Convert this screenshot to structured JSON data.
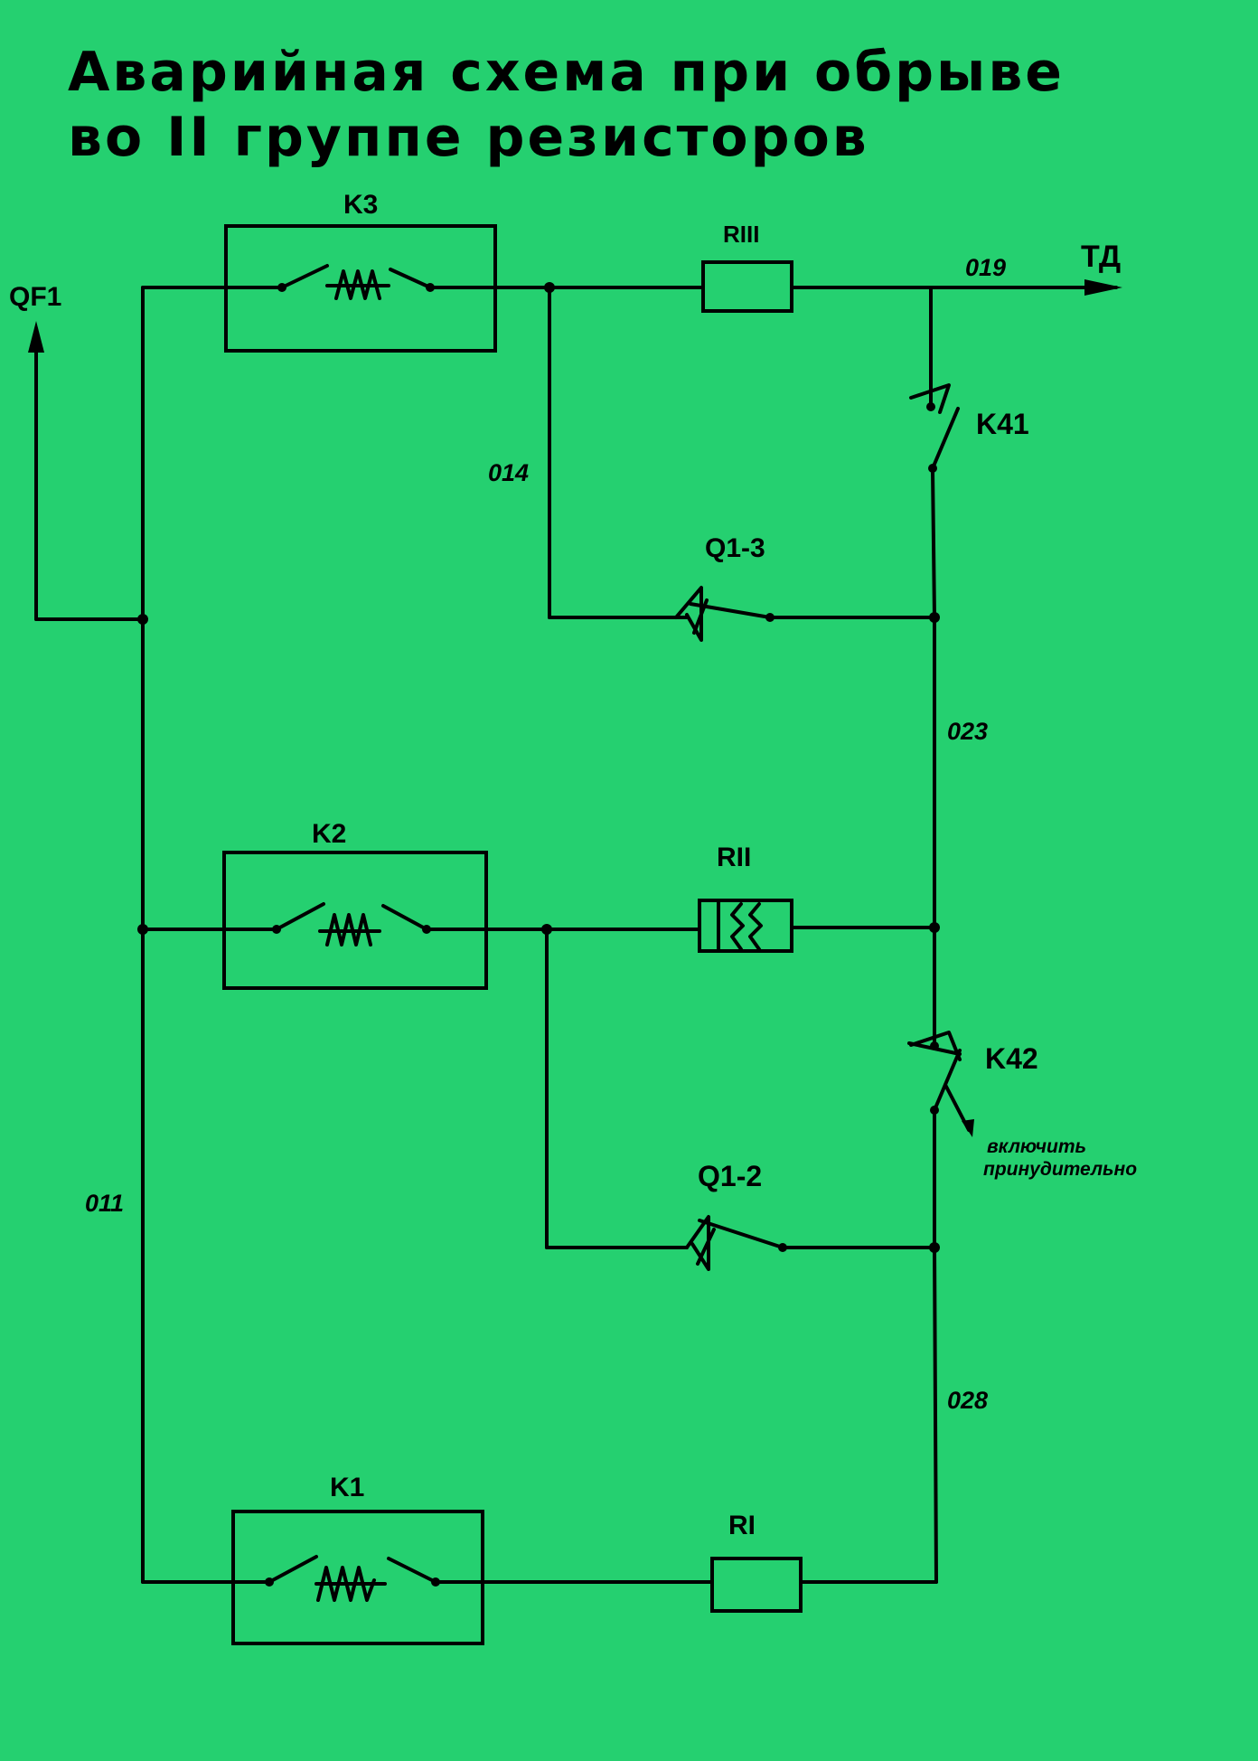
{
  "title": {
    "line1": "Аварийная схема при обрыве",
    "line2": "во II группе резисторов"
  },
  "labels": {
    "qf1": "QF1",
    "td": "ТД",
    "k3": "K3",
    "k2": "K2",
    "k1": "K1",
    "r3": "RIII",
    "r2": "RII",
    "r1": "RI",
    "k41": "K41",
    "k42": "K42",
    "q13": "Q1-3",
    "q12": "Q1-2"
  },
  "wires": {
    "w019": "019",
    "w014": "014",
    "w023": "023",
    "w011": "011",
    "w028": "028"
  },
  "note": {
    "line1": "включить",
    "line2": "принудительно"
  },
  "colors": {
    "background": "#25d070",
    "ink": "#000000"
  }
}
